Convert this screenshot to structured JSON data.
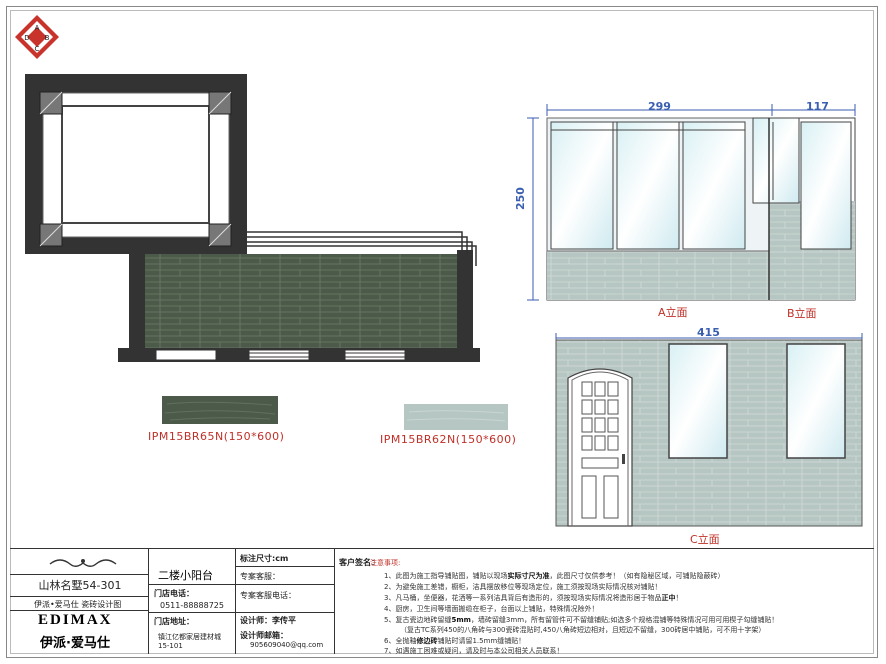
{
  "logo_letters": [
    "A",
    "B",
    "C",
    "D"
  ],
  "tiles": [
    {
      "code": "IPM15BR65N(150*600)",
      "color": "#4b5a49"
    },
    {
      "code": "IPM15BR62N(150*600)",
      "color": "#b6c6c2"
    }
  ],
  "elevations": {
    "a": {
      "label": "A立面",
      "width_dim": "299",
      "height_dim": "250"
    },
    "b": {
      "label": "B立面",
      "width_dim": "117"
    },
    "c": {
      "label": "C立面",
      "width_dim": "415"
    }
  },
  "title_block": {
    "project": "山林名墅54-301",
    "brand_line": "伊派•爱马仕 瓷砖设计图",
    "brand_en": "EDIMAX",
    "brand_cn": "伊派·爱马仕",
    "room": "二楼小阳台",
    "store_phone_label": "门店电话：",
    "store_phone": "0511-88888725",
    "store_addr_label": "门店地址：",
    "store_addr_line1": "镇江亿都家居建材城",
    "store_addr_line2": "15-101",
    "dim_label": "标注尺寸:cm",
    "customer_service_1": "专案客服：",
    "customer_service_2": "专案客服电话：",
    "designer_label": "设计师：李传平",
    "designer_email_label": "设计师邮箱：",
    "designer_email": "905609040@qq.com",
    "client_sign_label": "客户签名：",
    "notes_title": "注意事项:",
    "notes": [
      {
        "pre": "1、此图为施工指导铺贴图，铺贴以现场",
        "bold": "实际寸尺为准",
        "post": "，此图尺寸仅供参考！（如有隐秘区域，可铺贴隐蔽砖）"
      },
      {
        "pre": "2、为避免施工差错，橱柜，洁具摆放移位等现场定位，施工须按现场实际情况核对铺贴！",
        "bold": "",
        "post": ""
      },
      {
        "pre": "3、凡马桶，坐便器，花洒等一系列洁具背后有造形的，须按现场实际情况将造形居于物品",
        "bold": "正中",
        "post": "！"
      },
      {
        "pre": "4、厨房，卫生间等墙面搬缆在柜子，台面以上铺贴，特殊情况除外！",
        "bold": "",
        "post": ""
      },
      {
        "pre": "5、复古瓷边地砖留缝",
        "bold": "5mm",
        "post": "，墙砖留缝3mm，所有留管件可不留缝铺贴;如选多个规格混铺等特殊情况可用可用楔子勾缝铺贴！"
      },
      {
        "pre": "（复古TC系列450的八角砖与300瓷砖混贴时,450八角砖短边相对，且短边不留缝，300砖居中铺贴，可不用十字架）",
        "bold": "",
        "post": ""
      },
      {
        "pre": "6、全抛釉",
        "bold": "修边砖",
        "post": "铺贴时请留1.5mm缝铺贴！"
      },
      {
        "pre": "7、如遇施工困难或疑问，请及时与本公司相关人员联系！",
        "bold": "",
        "post": ""
      }
    ]
  },
  "colors": {
    "dark_tile": "#4b5a49",
    "light_tile": "#b6c6c2",
    "wall": "#333333",
    "dim_blue": "#3a5eb0",
    "label_red": "#c03028"
  }
}
